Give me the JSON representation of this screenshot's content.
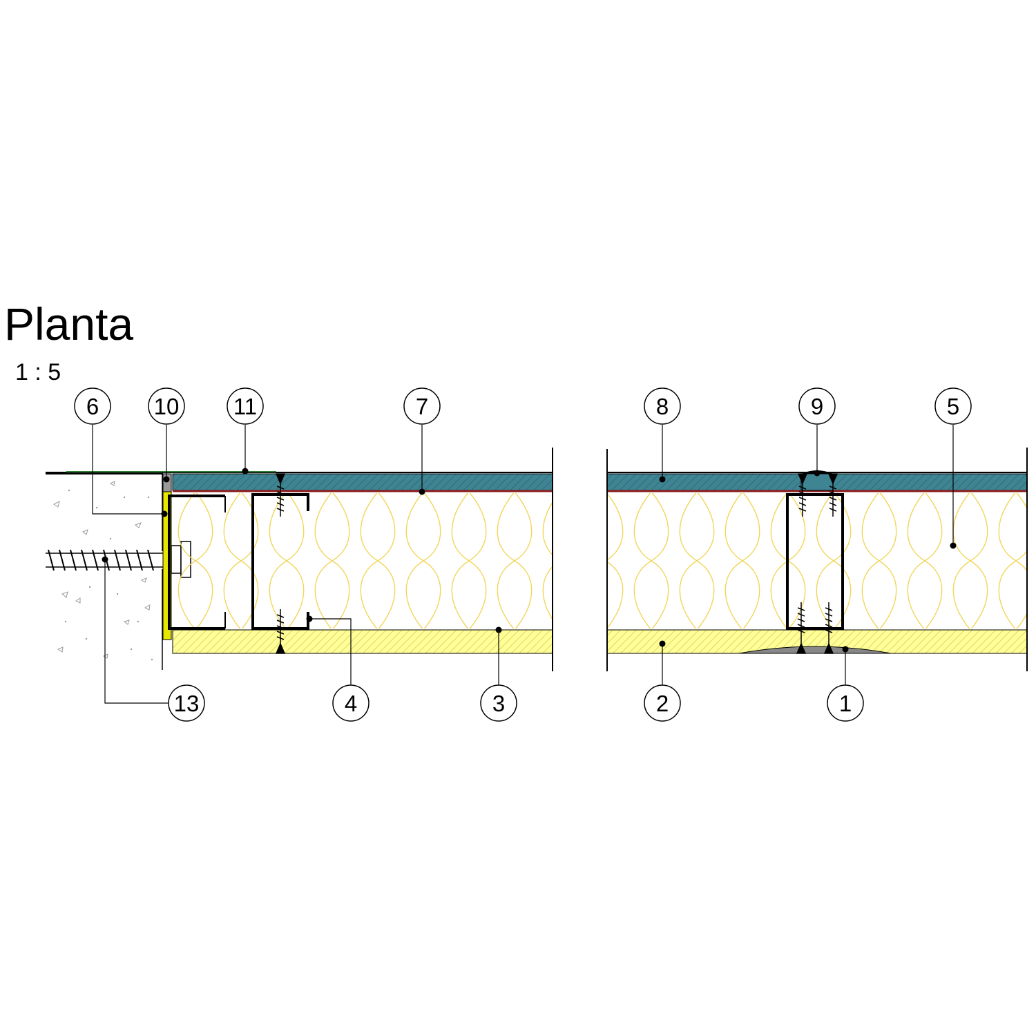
{
  "title": "Planta",
  "scale": "1 : 5",
  "callouts": [
    "6",
    "10",
    "11",
    "7",
    "8",
    "9",
    "5",
    "13",
    "4",
    "3",
    "2",
    "1"
  ],
  "colors": {
    "facing_board": "#3f8493",
    "insulation_board": "#ffff9a",
    "mineral_wool": "#f2e27a",
    "membrane": "#8b1a1a",
    "yellow_profile": "#e6e600",
    "concrete": "#ffffff",
    "joint_compound": "#888888"
  }
}
